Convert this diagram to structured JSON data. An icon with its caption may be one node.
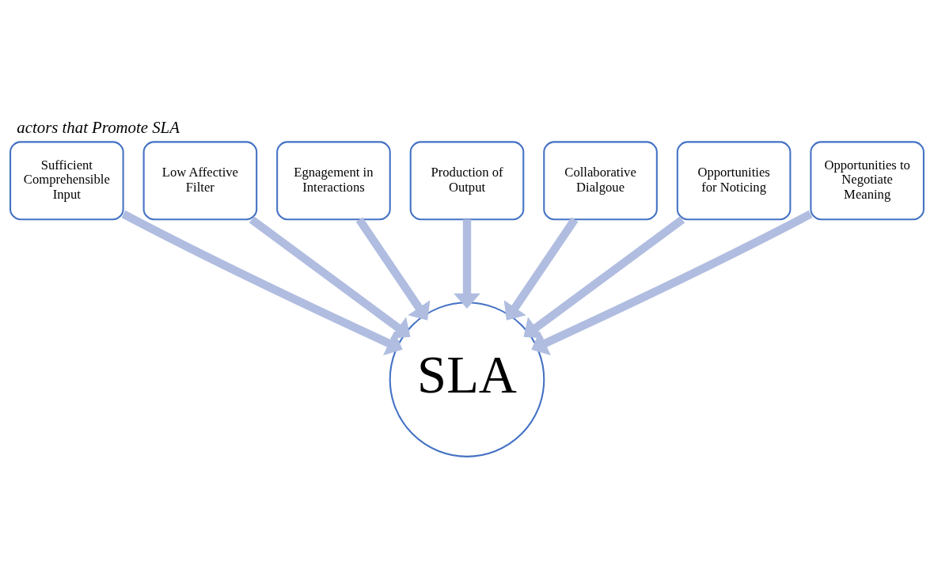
{
  "diagram": {
    "title": "actors that Promote SLA",
    "nodes": [
      {
        "text": [
          "Sufficient Comprehensible Input"
        ]
      },
      {
        "text": [
          "Low Affective Filter"
        ]
      },
      {
        "text": [
          "Egnagement in Interactions"
        ]
      },
      {
        "text": [
          "Production of Output"
        ]
      },
      {
        "text": [
          "Collaborative Dialgoue"
        ]
      },
      {
        "text": [
          "Opportunities for Noticing"
        ]
      },
      {
        "text": [
          "Opportunities to Negotiate Meaning"
        ]
      },
      {
        "text": [
          "SLA"
        ]
      }
    ],
    "edges": [
      {
        "from": 0,
        "to": 7,
        "arrow": "to"
      },
      {
        "from": 1,
        "to": 7,
        "arrow": "to"
      },
      {
        "from": 2,
        "to": 7,
        "arrow": "to"
      },
      {
        "from": 3,
        "to": 7,
        "arrow": "to"
      },
      {
        "from": 4,
        "to": 7,
        "arrow": "to"
      },
      {
        "from": 5,
        "to": 7,
        "arrow": "to"
      },
      {
        "from": 6,
        "to": 7,
        "arrow": "to"
      }
    ]
  }
}
